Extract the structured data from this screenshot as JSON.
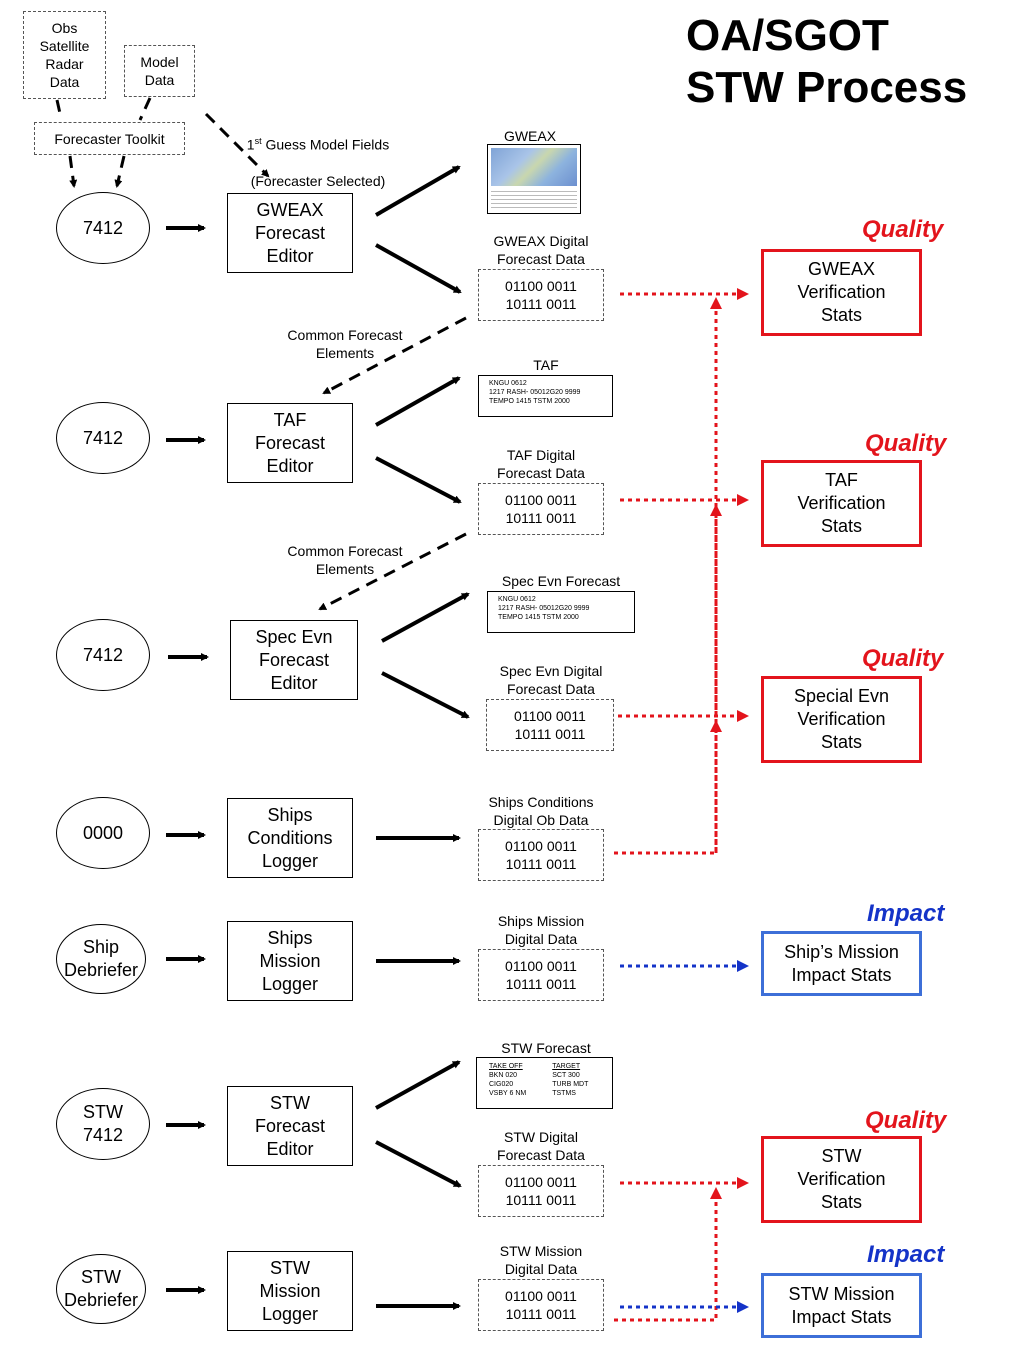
{
  "title": "OA/SGOT\nSTW Process",
  "colors": {
    "quality": "#e3141c",
    "impact": "#1433c8",
    "impact_box": "#3d6fd8"
  },
  "inputs": {
    "obs": "Obs\nSatellite\nRadar\nData",
    "model": "Model\nData",
    "toolkit": "Forecaster Toolkit",
    "first_guess_sup": "st",
    "first_guess_1": "1",
    "first_guess_2": " Guess Model Fields",
    "first_guess_3": "(Forecaster Selected)"
  },
  "common_elements": "Common Forecast\nElements",
  "rows": [
    {
      "oval": "7412",
      "editor": "GWEAX\nForecast\nEditor",
      "product_label": "GWEAX",
      "digital_label": "GWEAX Digital\nForecast Data",
      "digital": "01100 0011\n10111 0011",
      "tag": "Quality",
      "stats": "GWEAX\nVerification\nStats"
    },
    {
      "oval": "7412",
      "editor": "TAF\nForecast\nEditor",
      "product_label": "TAF",
      "product_text": "KNGU 0612\n1217 RASH- 05012G20  9999\nTEMPO 1415 TSTM 2000",
      "digital_label": "TAF Digital\nForecast Data",
      "digital": "01100 0011\n10111 0011",
      "tag": "Quality",
      "stats": "TAF\nVerification\nStats"
    },
    {
      "oval": "7412",
      "editor": "Spec Evn\nForecast\nEditor",
      "product_label": "Spec Evn Forecast",
      "product_text": "KNGU 0612\n1217 RASH- 05012G20  9999\nTEMPO 1415 TSTM 2000",
      "digital_label": "Spec Evn Digital\nForecast Data",
      "digital": "01100 0011\n10111 0011",
      "tag": "Quality",
      "stats": "Special Evn\nVerification\nStats"
    },
    {
      "oval": "0000",
      "editor": "Ships\nConditions\nLogger",
      "digital_label": "Ships Conditions\nDigital Ob Data",
      "digital": "01100 0011\n10111 0011"
    },
    {
      "oval": "Ship\nDebriefer",
      "editor": "Ships\nMission\nLogger",
      "digital_label": "Ships Mission\nDigital Data",
      "digital": "01100 0011\n10111 0011",
      "tag": "Impact",
      "stats": "Ship’s Mission\nImpact Stats"
    },
    {
      "oval": "STW\n7412",
      "editor": "STW\nForecast\nEditor",
      "product_label": "STW Forecast",
      "digital_label": "STW Digital\nForecast Data",
      "digital": "01100 0011\n10111 0011",
      "tag": "Quality",
      "stats": "STW\nVerification\nStats"
    },
    {
      "oval": "STW\nDebriefer",
      "editor": "STW\nMission\nLogger",
      "digital_label": "STW Mission\nDigital Data",
      "digital": "01100 0011\n10111 0011",
      "tag": "Impact",
      "stats": "STW Mission\nImpact Stats"
    }
  ],
  "stw_product": {
    "left_head": "TAKE OFF",
    "left_body": "BKN 020\nCIG020\nVSBY 6 NM",
    "right_head": "TARGET",
    "right_body": "SCT 300\nTURB MDT\nTSTMS"
  }
}
